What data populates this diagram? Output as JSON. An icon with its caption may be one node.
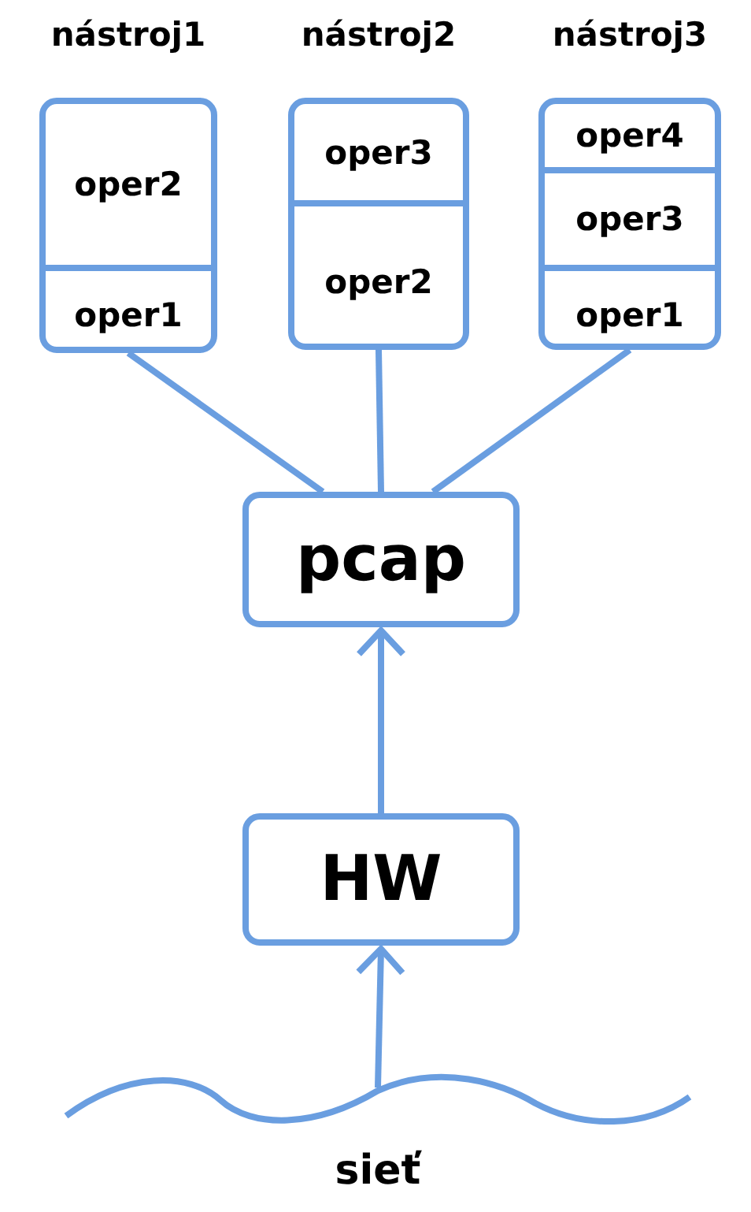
{
  "diagram": {
    "nodes": [
      {
        "text": [
          "nástroj1"
        ]
      },
      {
        "text": [
          "oper2"
        ],
        "in": 0
      },
      {
        "text": [
          "oper1"
        ],
        "in": 0
      },
      {
        "text": [
          "nástroj2"
        ]
      },
      {
        "text": [
          "oper3"
        ],
        "in": 3
      },
      {
        "text": [
          "oper2"
        ],
        "in": 3
      },
      {
        "text": [
          "nástroj3"
        ]
      },
      {
        "text": [
          "oper4"
        ],
        "in": 6
      },
      {
        "text": [
          "oper3"
        ],
        "in": 6
      },
      {
        "text": [
          "oper1"
        ],
        "in": 6
      },
      {
        "text": [
          "pcap"
        ]
      },
      {
        "text": [
          "HW"
        ]
      },
      {
        "text": [
          "sieť"
        ]
      }
    ],
    "edges": [
      {
        "from": 0,
        "to": 10,
        "arrow": "none"
      },
      {
        "from": 3,
        "to": 10,
        "arrow": "none"
      },
      {
        "from": 6,
        "to": 10,
        "arrow": "none"
      },
      {
        "from": 11,
        "to": 10,
        "arrow": "to"
      },
      {
        "from": 12,
        "to": 11,
        "arrow": "to"
      }
    ]
  }
}
